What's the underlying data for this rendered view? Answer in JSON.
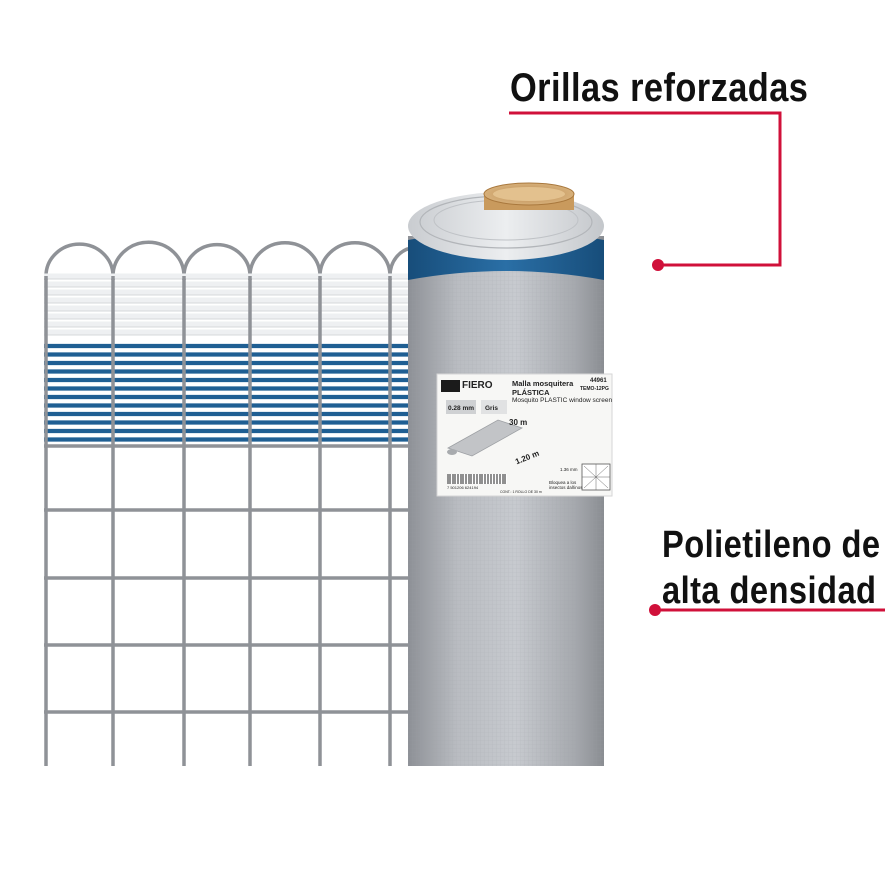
{
  "accent_color": "#d0103a",
  "strap_color": "#1f5f93",
  "callouts": {
    "reinforced_edges": "Orillas reforzadas",
    "material_line1": "Polietileno de",
    "material_line2": "alta densidad"
  },
  "product_label": {
    "brand": "FIERO",
    "title_line1": "Malla mosquitera",
    "title_line2": "PLÁSTICA",
    "subtitle": "Mosquito PLASTIC window screen",
    "code": "44961",
    "model": "TEMO-12PG",
    "thickness": "0.28 mm",
    "color": "Gris",
    "length": "30 m",
    "width": "1.20 m",
    "mesh": "1.36 mm",
    "barcode_number": "7 501206 624194",
    "contents": "CONT.: 1 ROLLO DE 30 m",
    "use_note": "Bloquea a los insectos dañinos"
  }
}
